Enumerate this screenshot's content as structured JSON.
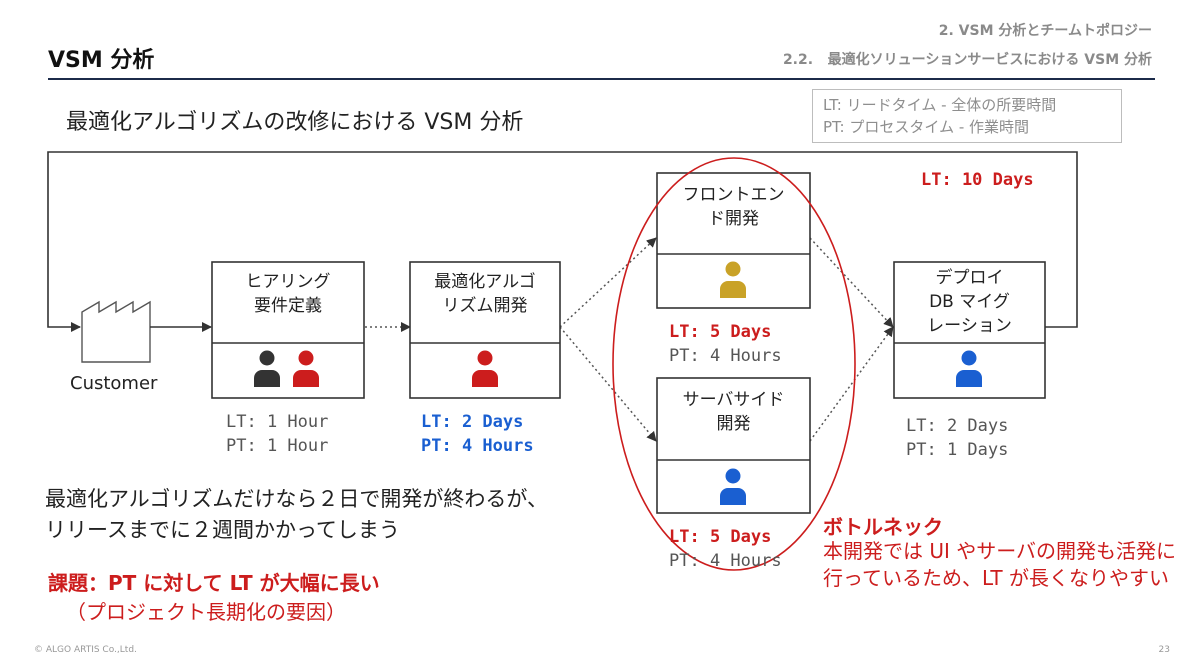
{
  "header": {
    "section": "2. VSM 分析とチームトポロジー",
    "subsection": "2.2.   最適化ソリューションサービスにおける VSM 分析",
    "title": "VSM 分析"
  },
  "subtitle": "最適化アルゴリズムの改修における VSM 分析",
  "legend": {
    "lt": "LT: リードタイム - 全体の所要時間",
    "pt": "PT: プロセスタイム - 作業時間"
  },
  "customer": {
    "label": "Customer"
  },
  "total_lt": "LT: 10 Days",
  "processes": {
    "hearing": {
      "line1": "ヒアリング",
      "line2": "要件定義",
      "lt": "LT: 1 Hour",
      "pt": "PT: 1 Hour"
    },
    "algo": {
      "line1": "最適化アルゴ",
      "line2": "リズム開発",
      "lt": "LT: 2 Days",
      "pt": "PT: 4 Hours"
    },
    "frontend": {
      "line1": "フロントエン",
      "line2": "ド開発",
      "lt": "LT: 5 Days",
      "pt": "PT: 4 Hours"
    },
    "server": {
      "line1": "サーバサイド",
      "line2": "開発",
      "lt": "LT: 5 Days",
      "pt": "PT: 4 Hours"
    },
    "deploy": {
      "line1": "デプロイ",
      "line2": "DB マイグ",
      "line3": "レーション",
      "lt": "LT: 2 Days",
      "pt": "PT: 1 Days"
    }
  },
  "note": {
    "line1": "最適化アルゴリズムだけなら２日で開発が終わるが、",
    "line2": "リリースまでに２週間かかってしまう"
  },
  "issue": {
    "title": "課題：PT に対して LT が大幅に長い",
    "sub": "（プロジェクト長期化の要因）"
  },
  "bottleneck": {
    "title": "ボトルネック",
    "body": "本開発では UI やサーバの開発も活発に行っているため、LT が長くなりやすい"
  },
  "footer": {
    "copyright": "© ALGO ARTIS Co.,Ltd.",
    "page": "23"
  },
  "colors": {
    "red": "#cc1d1d",
    "blue": "#1a5fd1",
    "gold": "#c9a227",
    "dark": "#333333",
    "navy": "#1c2b4a"
  }
}
